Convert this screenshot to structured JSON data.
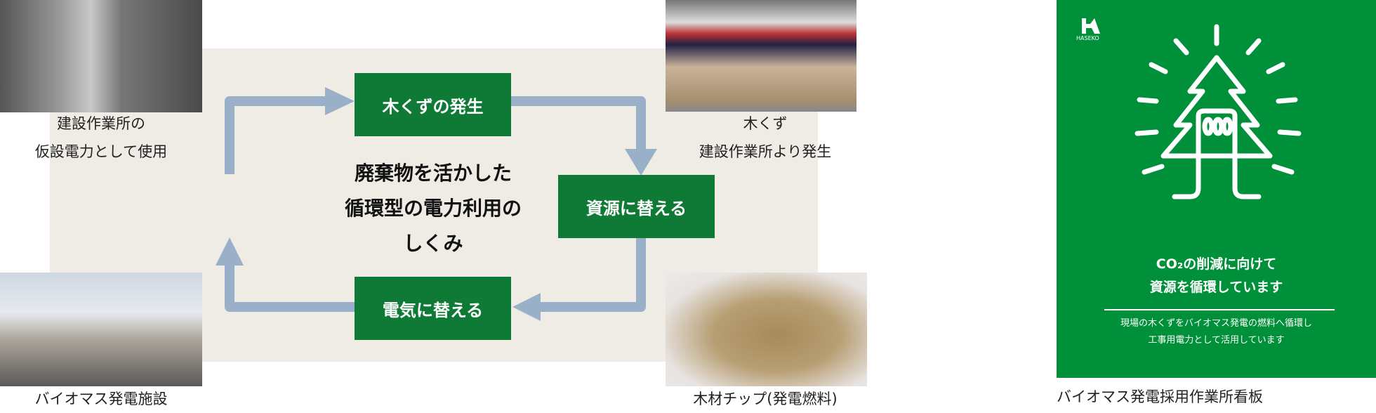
{
  "diagram": {
    "title_lines": [
      "廃棄物を活かした",
      "循環型の電力利用の",
      "しくみ"
    ],
    "steps": [
      "木くずの発生",
      "資源に替える",
      "電気に替える"
    ],
    "arrow_color": "#9ab0c8",
    "box_color": "#0e7a36"
  },
  "photos": {
    "top_left_caption": [
      "建設作業所の",
      "仮設電力として使用"
    ],
    "top_right_caption": [
      "木くず",
      "建設作業所より発生"
    ],
    "bottom_left_caption": "バイオマス発電施設",
    "bottom_right_caption": "木材チップ(発電燃料)"
  },
  "sign": {
    "logo_text": "HASEKO",
    "headline": [
      "CO₂の削減に向けて",
      "資源を循環しています"
    ],
    "body": [
      "現場の木くずをバイオマス発電の燃料へ循環し",
      "工事用電力として活用しています"
    ],
    "caption": "バイオマス発電採用作業所看板",
    "color": "#00903a"
  }
}
